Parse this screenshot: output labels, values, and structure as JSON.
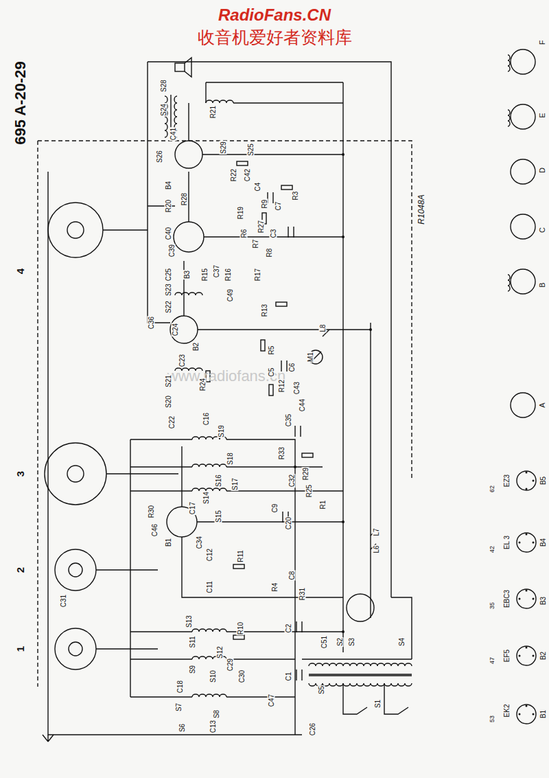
{
  "diagram": {
    "title": "695 A-20-29",
    "labels": [
      "RadioFans.CN",
      "收音机爱好者资料库",
      "www.radiofans.cn",
      "R1048A",
      "4",
      "3",
      "2",
      "1",
      "S28",
      "S24",
      "C41",
      "S26",
      "R21",
      "S29",
      "S25",
      "R22",
      "C42",
      "C4",
      "B4",
      "R28",
      "R20",
      "R9",
      "C7",
      "R3",
      "R19",
      "C40",
      "R27",
      "C3",
      "R6",
      "R7",
      "R8",
      "C39",
      "C25",
      "B3",
      "R15",
      "C37",
      "R16",
      "R17",
      "S23",
      "C49",
      "R13",
      "S22",
      "C36",
      "C24",
      "B2",
      "R5",
      "L8",
      "M1",
      "C23",
      "C5",
      "C6",
      "R12",
      "C43",
      "S21",
      "R24",
      "S20",
      "C44",
      "C16",
      "C35",
      "C22",
      "S19",
      "R33",
      "S18",
      "R29",
      "S16",
      "C32",
      "S17",
      "R25",
      "S14",
      "C9",
      "C17",
      "R1",
      "R30",
      "S15",
      "C20",
      "C46",
      "L7",
      "B1",
      "C34",
      "L6",
      "C12",
      "R11",
      "C8",
      "R4",
      "C11",
      "R31",
      "C31",
      "S13",
      "R10",
      "C2",
      "S11",
      "C51",
      "S2",
      "S3",
      "S4",
      "S12",
      "C29",
      "S9",
      "S10",
      "C30",
      "C1",
      "C18",
      "S5",
      "C47",
      "S1",
      "S7",
      "S8",
      "C13",
      "S6",
      "C26",
      "F",
      "E",
      "D",
      "C",
      "B",
      "A",
      "EZ3",
      "62",
      "B5",
      "EL 3",
      "42",
      "B4",
      "EBC3",
      "35",
      "B3",
      "EF5",
      "47",
      "B2",
      "EK2",
      "53",
      "B1"
    ]
  }
}
